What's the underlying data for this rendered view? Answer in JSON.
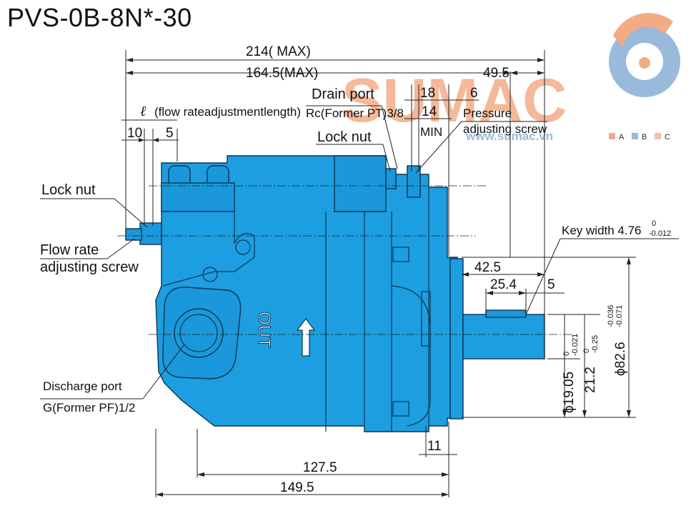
{
  "title": "PVS-0B-8N*-30",
  "logo": {
    "text": "SUMAC",
    "website": "www.sumac.vn",
    "legend": [
      "A",
      "B",
      "C"
    ],
    "colors": {
      "orange": "#f2a27a",
      "blue": "#8fb3d6"
    }
  },
  "colors": {
    "pump_body": "#1c9ee0",
    "outline": "#0d3550"
  },
  "dimensions": {
    "overall_max": "214( MAX)",
    "body_max": "164.5(MAX)",
    "right_offset": "49.5",
    "flow_len": "ℓ",
    "flow_len_note": "(flow rateadjustmentlength)",
    "d10": "10",
    "d5": "5",
    "d18": "18",
    "d6": "6",
    "d14": "14",
    "min": "MIN",
    "shaft_len": "42.5",
    "key_len": "25.4",
    "key_off": "5",
    "shaft_dia": "ϕ19.05",
    "shaft_dia_tol_hi": "0",
    "shaft_dia_tol_lo": "-0.021",
    "key_h": "21.2",
    "key_h_tol_hi": "0",
    "key_h_tol_lo": "-0.25",
    "pilot_dia": "ϕ82.6",
    "pilot_tol_hi": "-0.036",
    "pilot_tol_lo": "-0.071",
    "d11": "11",
    "d127": "127.5",
    "d149": "149.5",
    "key_width": "Key width 4.76",
    "key_width_tol_hi": "0",
    "key_width_tol_lo": "-0.012"
  },
  "labels": {
    "drain_port": "Drain port",
    "drain_port_spec": "Rc(Former PT)3/8",
    "lock_nut_top": "Lock nut",
    "pressure_1": "Pressure",
    "pressure_2": "adjusting screw",
    "lock_nut_left": "Lock nut",
    "flow_1": "Flow rate",
    "flow_2": "adjusting screw",
    "discharge_1": "Discharge port",
    "discharge_2": "G(Former PF)1/2",
    "out": "OUT"
  }
}
